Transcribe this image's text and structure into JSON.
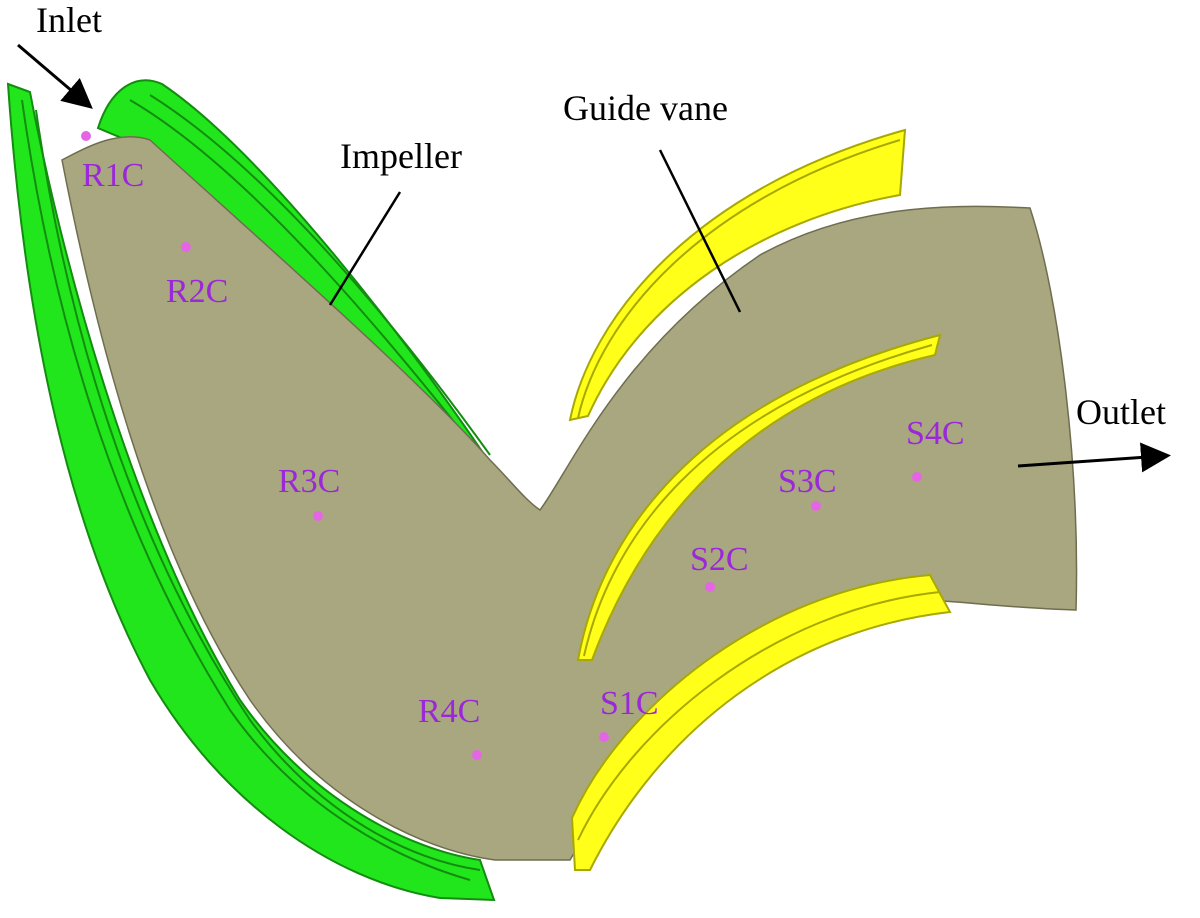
{
  "labels": {
    "inlet": "Inlet",
    "impeller": "Impeller",
    "guide_vane": "Guide vane",
    "outlet": "Outlet"
  },
  "monitoring_points": [
    {
      "id": "R1C"
    },
    {
      "id": "R2C"
    },
    {
      "id": "R3C"
    },
    {
      "id": "R4C"
    },
    {
      "id": "S1C"
    },
    {
      "id": "S2C"
    },
    {
      "id": "S3C"
    },
    {
      "id": "S4C"
    }
  ],
  "colors": {
    "passage": "#a9a77f",
    "impeller_blade": "#22e61c",
    "impeller_blade_dark": "#138c10",
    "guide_vane": "#ffff1a",
    "guide_vane_dark": "#a8a800",
    "point_label": "#9b28d8",
    "point_dot": "#e466e4"
  }
}
